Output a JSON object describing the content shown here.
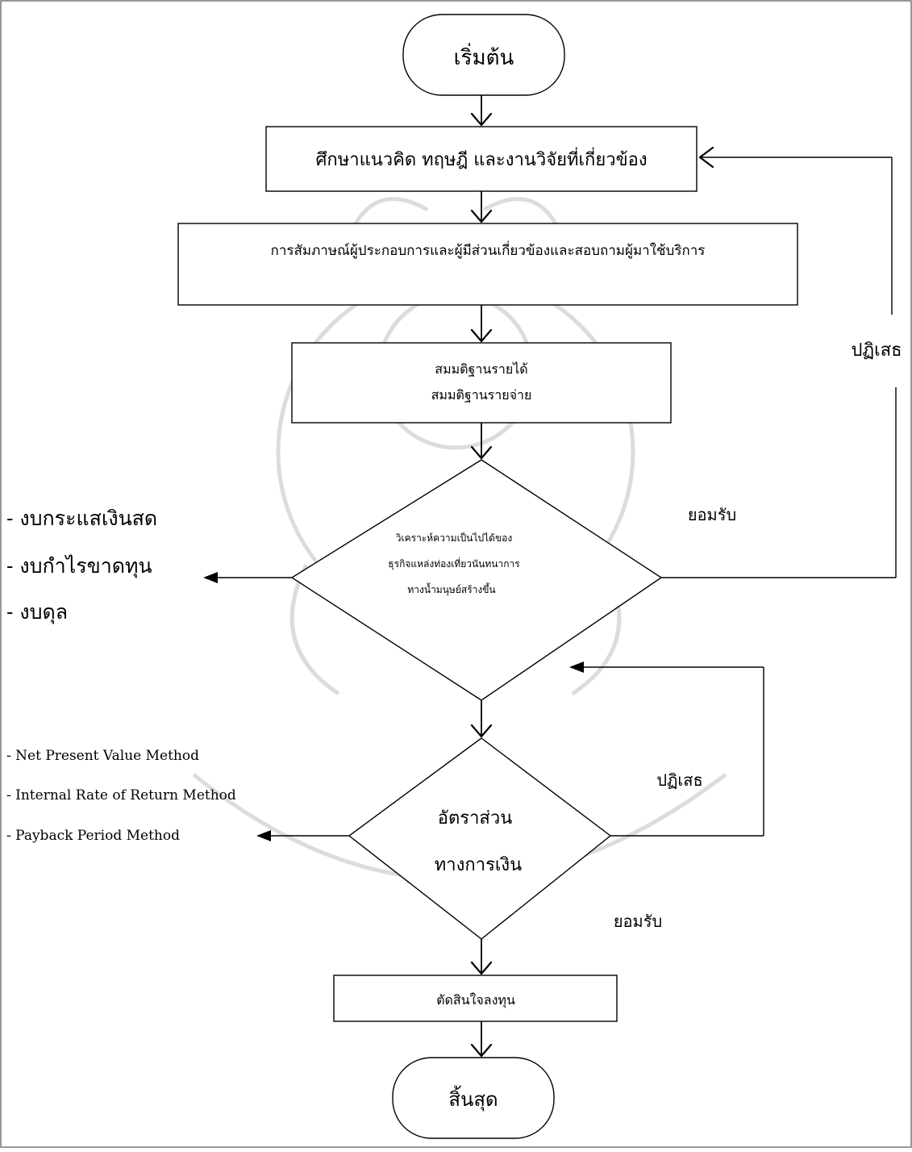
{
  "flowchart": {
    "start": "เริ่มต้น",
    "study": "ศึกษาแนวคิด ทฤษฎี และงานวิจัยที่เกี่ยวข้อง",
    "interview": "การสัมภาษณ์ผู้ประกอบการและผู้มีส่วนเกี่ยวข้องและสอบถามผู้มาใช้บริการ",
    "assumption_income": "สมมติฐานรายได้",
    "assumption_expense": "สมมติฐานรายจ่าย",
    "feasibility_lines": [
      "วิเคราะห์ความเป็นไปได้ของ",
      "ธุรกิจแหล่งท่องเที่ยวนันทนาการ",
      "ทางน้ำมนุษย์สร้างขึ้น"
    ],
    "financial_lines": [
      "อัตราส่วน",
      "ทางการเงิน"
    ],
    "decision": "ตัดสินใจลงทุน",
    "end": "สิ้นสุด",
    "reject_top": "ปฏิเสธ",
    "accept_top": "ยอมรับ",
    "reject_bottom": "ปฏิเสธ",
    "accept_bottom": "ยอมรับ",
    "statements": [
      "- งบกระแสเงินสด",
      "- งบกำไรขาดทุน",
      "- งบดุล"
    ],
    "methods": [
      "- Net Present Value Method",
      "- Internal Rate of Return Method",
      "- Payback Period Method"
    ]
  }
}
